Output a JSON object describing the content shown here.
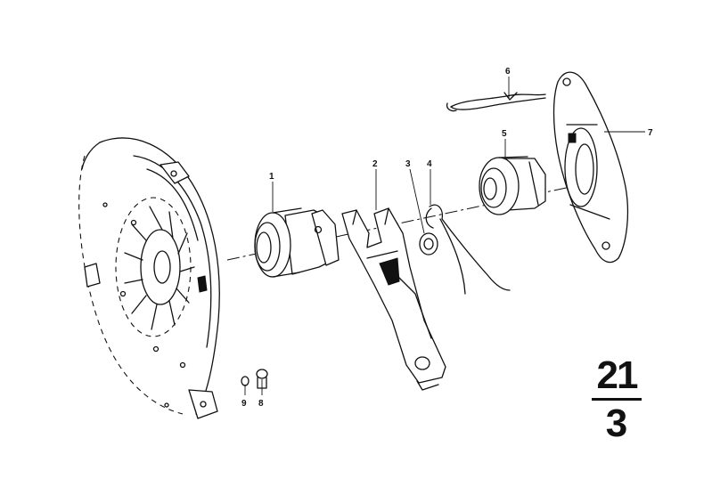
{
  "parts": [
    {
      "number": "1"
    },
    {
      "number": "2"
    },
    {
      "number": "3"
    },
    {
      "number": "4"
    },
    {
      "number": "5"
    },
    {
      "number": "6"
    },
    {
      "number": "7"
    },
    {
      "number": "8"
    },
    {
      "number": "9"
    }
  ],
  "group": {
    "main": "21",
    "sub": "3"
  }
}
